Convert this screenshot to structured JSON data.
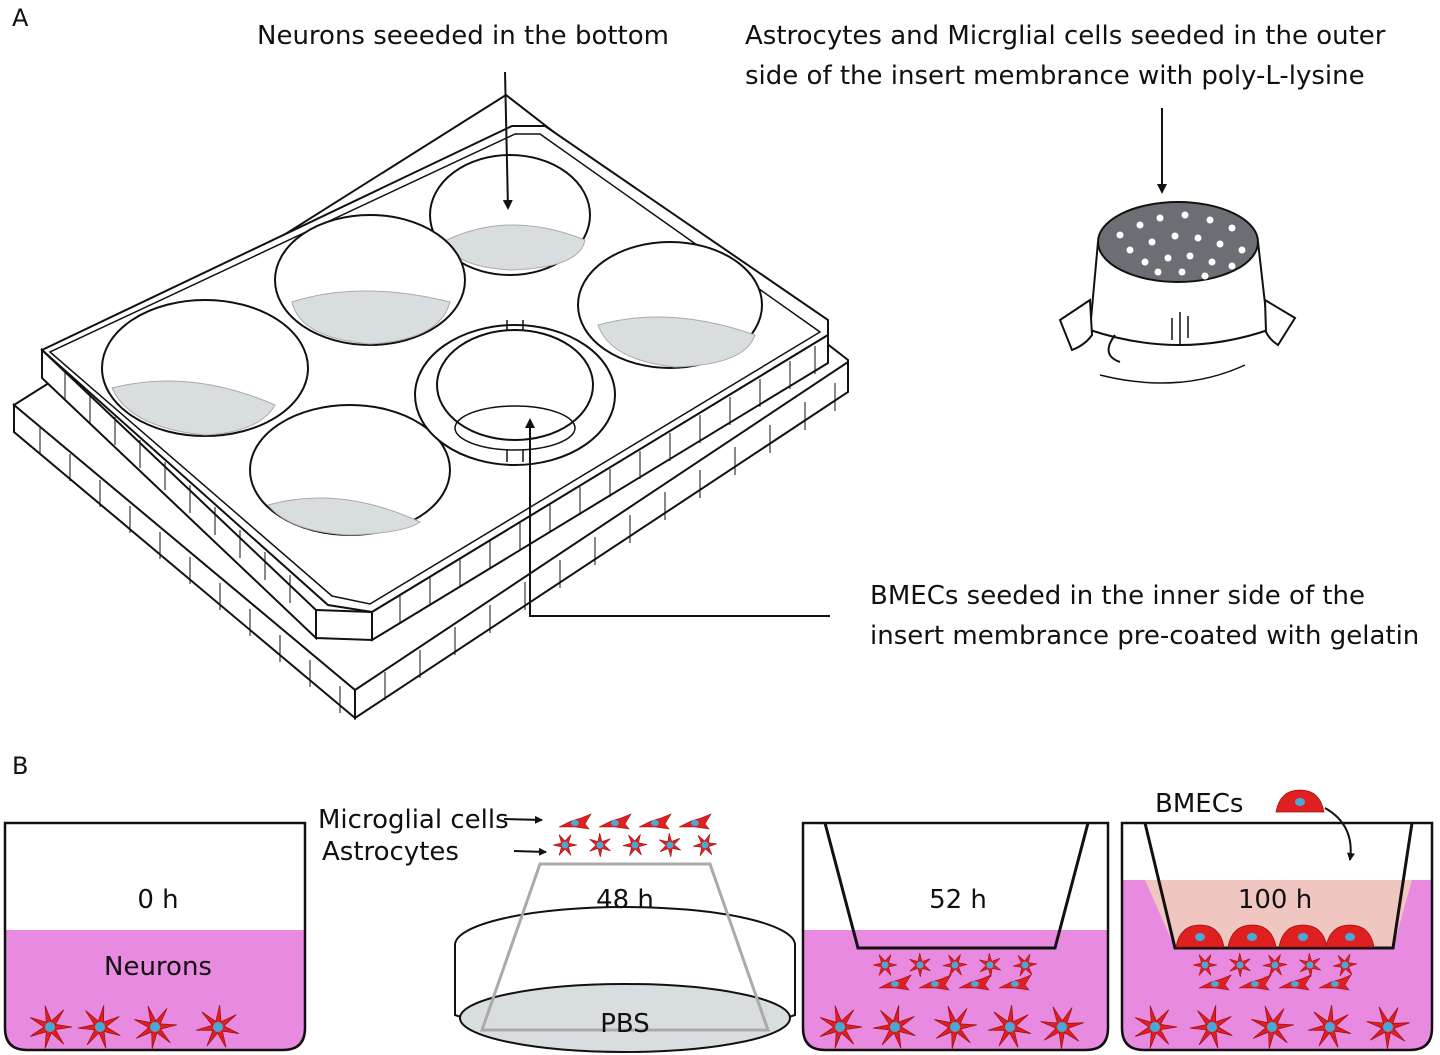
{
  "panel_a": {
    "letter": "A",
    "neurons_label": "Neurons seeeded in the bottom",
    "astro_label_line1": "Astrocytes and Micrglial cells seeded in the outer",
    "astro_label_line2": "side of the insert membrance with poly-L-lysine",
    "bmec_label_line1": "BMECs seeded in the inner side of the",
    "bmec_label_line2": "insert membrance pre-coated with gelatin"
  },
  "panel_b": {
    "letter": "B",
    "stages": [
      {
        "time": "0 h",
        "content": "Neurons"
      },
      {
        "time": "48 h",
        "content": "PBS",
        "label_microglia": "Microglial cells",
        "label_astro": "Astrocytes"
      },
      {
        "time": "52 h"
      },
      {
        "time": "100 h",
        "label_bmec": "BMECs"
      }
    ]
  },
  "colors": {
    "medium": "#e88ae0",
    "cell_red": "#e02020",
    "nucleus_blue": "#4aa8d8",
    "gray_fill": "#d8dde0",
    "bmec_fill": "#f0c6c0"
  }
}
